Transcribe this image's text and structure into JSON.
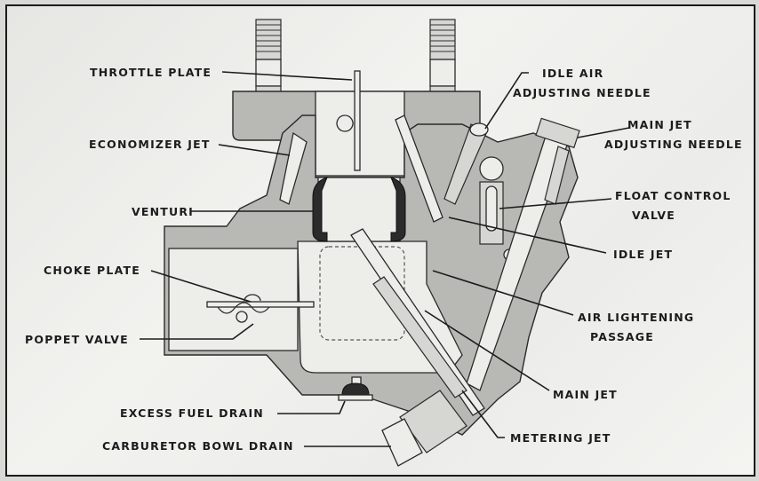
{
  "figure": {
    "title": "Carburetor cross-section diagram",
    "labels": {
      "throttle_plate": "THROTTLE PLATE",
      "economizer_jet": "ECONOMIZER JET",
      "venturi": "VENTURI",
      "choke_plate": "CHOKE PLATE",
      "poppet_valve": "POPPET VALVE",
      "excess_fuel_drain": "EXCESS FUEL DRAIN",
      "carburetor_bowl_drain": "CARBURETOR BOWL DRAIN",
      "idle_air_line1": "IDLE AIR",
      "idle_air_line2": "ADJUSTING NEEDLE",
      "main_jet_adj_line1": "MAIN JET",
      "main_jet_adj_line2": "ADJUSTING NEEDLE",
      "float_control_line1": "FLOAT CONTROL",
      "float_control_line2": "VALVE",
      "idle_jet": "IDLE JET",
      "air_lightening_line1": "AIR LIGHTENING",
      "air_lightening_line2": "PASSAGE",
      "main_jet": "MAIN JET",
      "metering_jet": "METERING JET"
    }
  }
}
